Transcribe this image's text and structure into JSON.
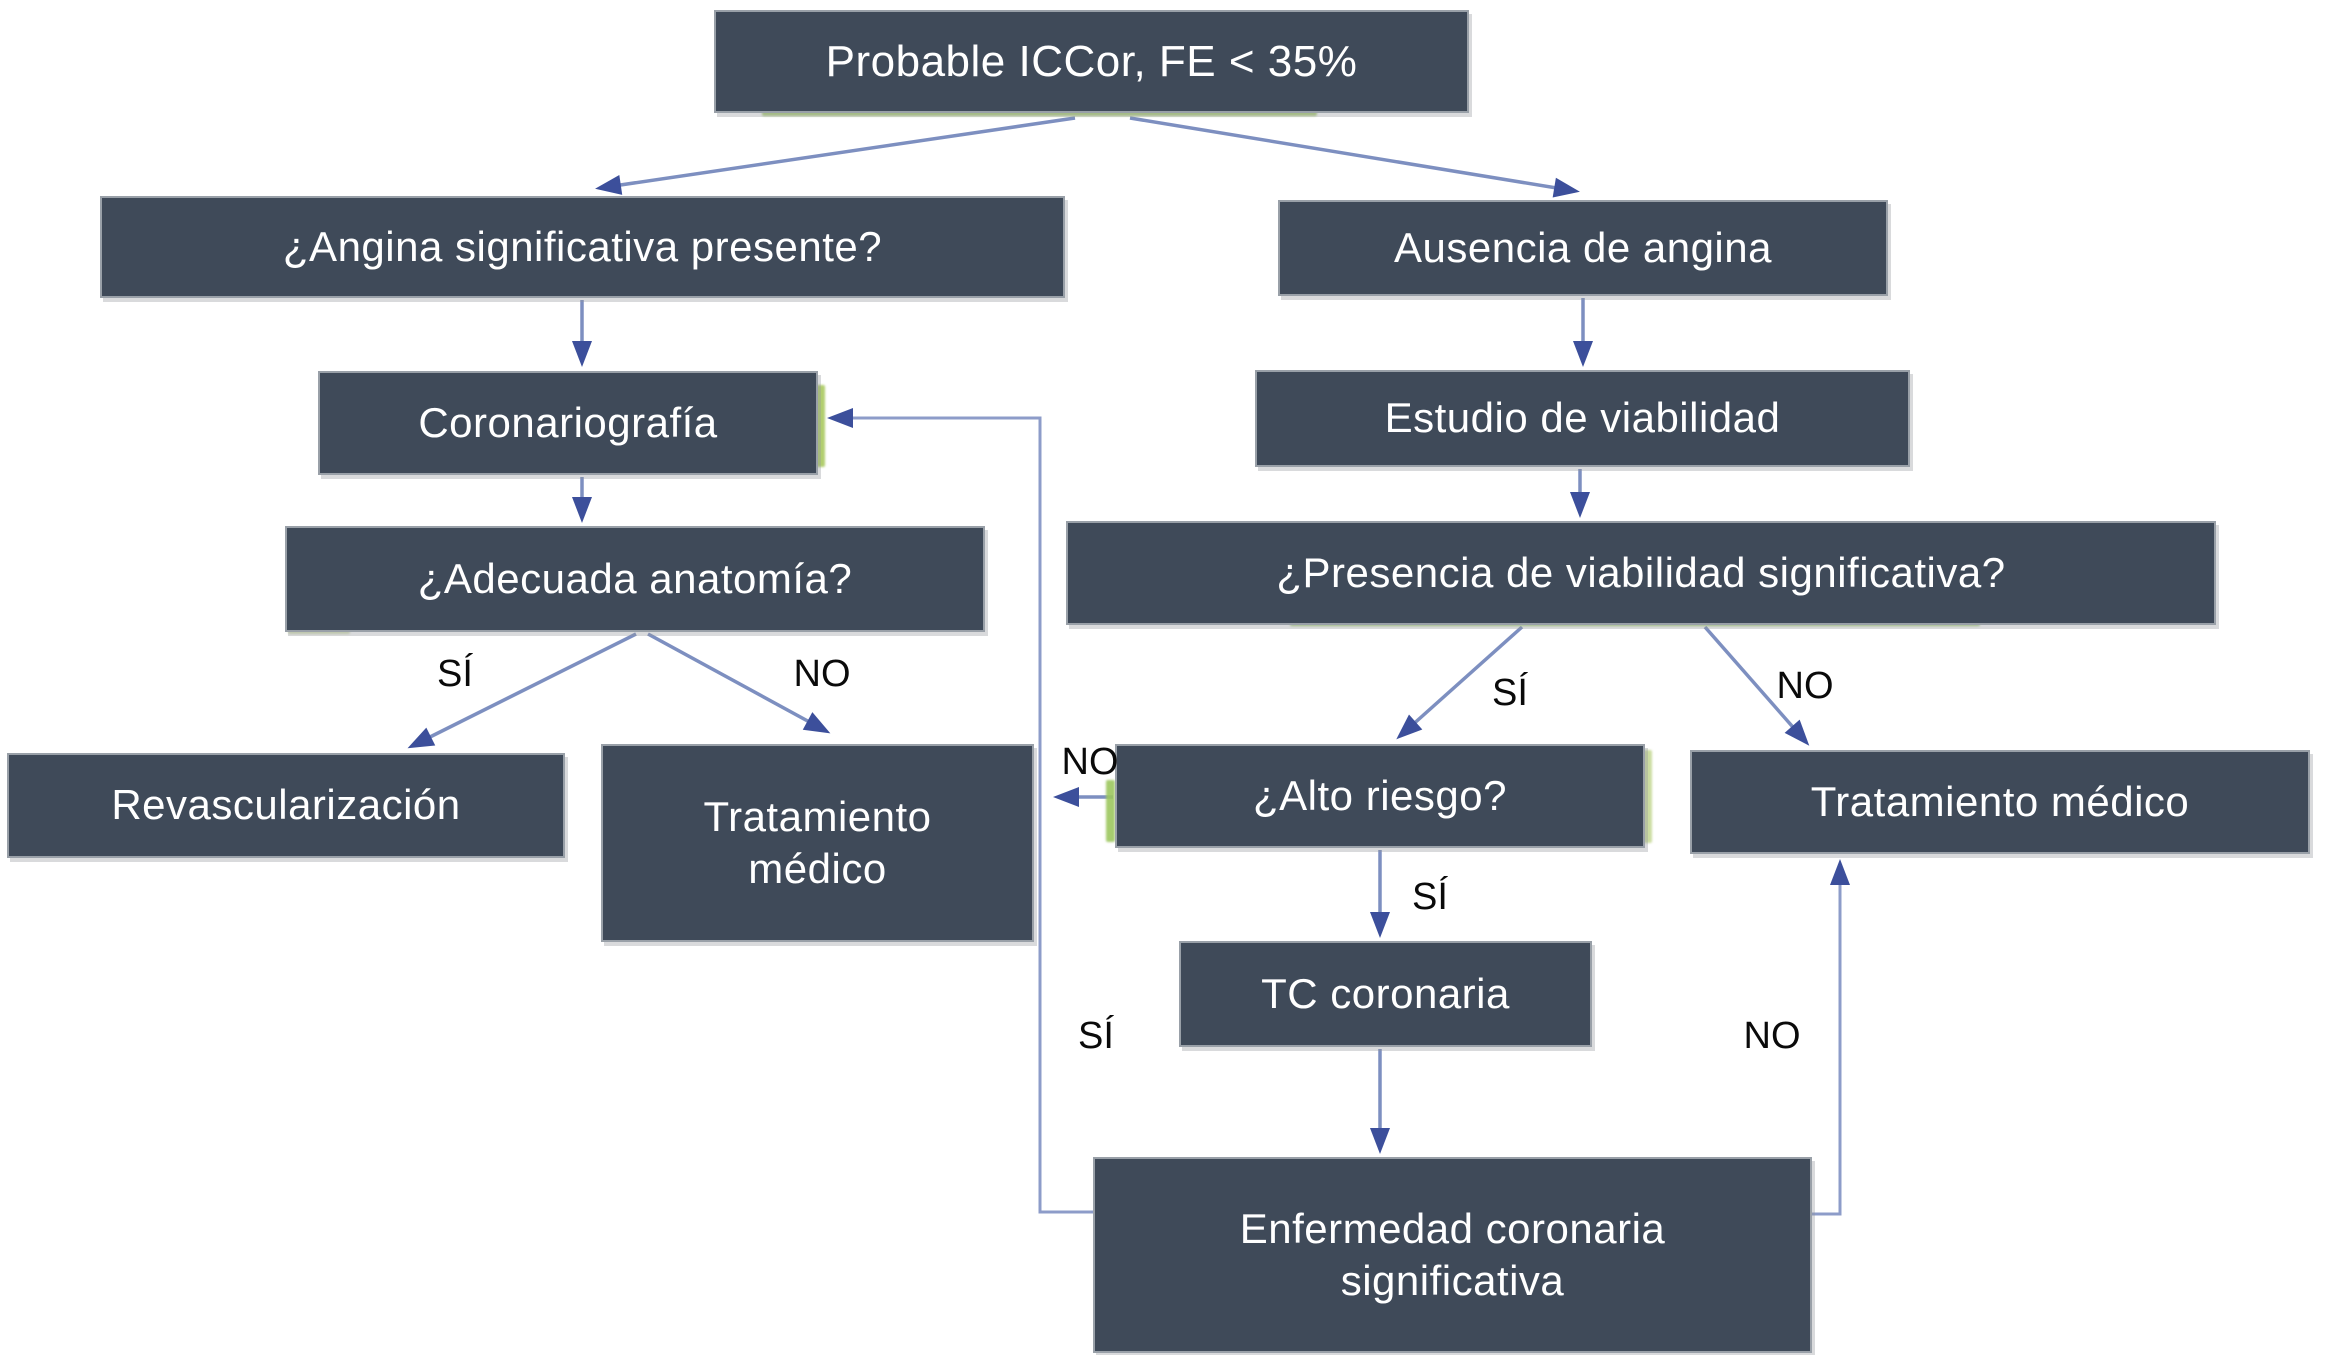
{
  "diagram": {
    "type": "flowchart",
    "language": "es",
    "title": "Probable ICCor, FE < 35%",
    "nodes": {
      "probable": {
        "label": "Probable ICCor, FE < 35%"
      },
      "angina": {
        "label": "¿Angina significativa presente?"
      },
      "ausencia": {
        "label": "Ausencia de angina"
      },
      "coronariografia": {
        "label": "Coronariografía"
      },
      "estudio": {
        "label": "Estudio de viabilidad"
      },
      "adecuada": {
        "label": "¿Adecuada anatomía?"
      },
      "presencia": {
        "label": "¿Presencia de viabilidad significativa?"
      },
      "revascularizacion": {
        "label": "Revascularización"
      },
      "tratamiento_izq": {
        "label": "Tratamiento\nmédico"
      },
      "alto_riesgo": {
        "label": "¿Alto riesgo?"
      },
      "tratamiento_der": {
        "label": "Tratamiento médico"
      },
      "tc_coronaria": {
        "label": "TC coronaria"
      },
      "enfermedad": {
        "label": "Enfermedad coronaria\nsignificativa"
      }
    },
    "edge_labels": {
      "adecuada_si": "SÍ",
      "adecuada_no": "NO",
      "presencia_si": "SÍ",
      "presencia_no": "NO",
      "alto_riesgo_no": "NO",
      "alto_riesgo_si": "SÍ",
      "enfermedad_si": "SÍ",
      "enfermedad_no": "NO"
    },
    "edges": [
      {
        "from": "probable",
        "to": "angina",
        "label": ""
      },
      {
        "from": "probable",
        "to": "ausencia",
        "label": ""
      },
      {
        "from": "angina",
        "to": "coronariografia",
        "label": ""
      },
      {
        "from": "coronariografia",
        "to": "adecuada",
        "label": ""
      },
      {
        "from": "adecuada",
        "to": "revascularizacion",
        "label": "SÍ"
      },
      {
        "from": "adecuada",
        "to": "tratamiento_izq",
        "label": "NO"
      },
      {
        "from": "ausencia",
        "to": "estudio",
        "label": ""
      },
      {
        "from": "estudio",
        "to": "presencia",
        "label": ""
      },
      {
        "from": "presencia",
        "to": "alto_riesgo",
        "label": "SÍ"
      },
      {
        "from": "presencia",
        "to": "tratamiento_der",
        "label": "NO"
      },
      {
        "from": "alto_riesgo",
        "to": "coronariografia",
        "label": "NO"
      },
      {
        "from": "alto_riesgo",
        "to": "tc_coronaria",
        "label": "SÍ"
      },
      {
        "from": "tc_coronaria",
        "to": "enfermedad",
        "label": ""
      },
      {
        "from": "enfermedad",
        "to": "coronariografia",
        "label": "SÍ"
      },
      {
        "from": "enfermedad",
        "to": "tratamiento_der",
        "label": "NO"
      }
    ],
    "colors": {
      "node_fill": "#3f4a59",
      "node_text": "#ffffff",
      "node_border": "#99a0a8",
      "edge_line": "#7d8fc0",
      "edge_arrow": "#3c4f9b",
      "edge_label_text": "#0a0a0a",
      "highlight_artifact": "#a0c764",
      "background": "#ffffff"
    }
  }
}
